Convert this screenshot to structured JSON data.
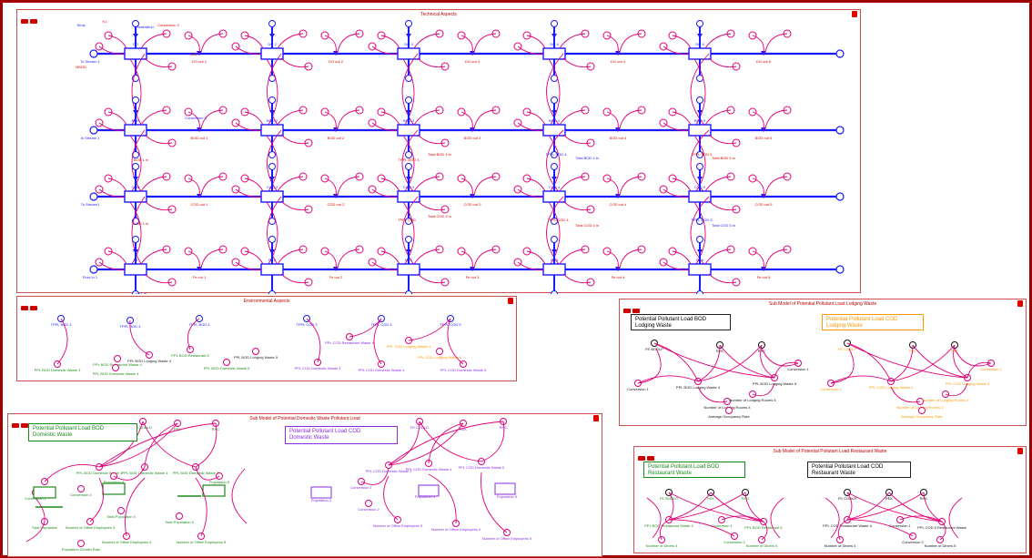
{
  "panels": {
    "technical": "Technical Aspects",
    "environmental": "Environmental Aspects",
    "domestic": "Sub Model of  Potential Domestic Waste Pollutant Load",
    "lodging": "Sub Model of Potential Pollutant Load Lodging Waste",
    "restaurant": "Sub Model  of  Potential Pollutant Load Restaurant Waste"
  },
  "boxes": {
    "dom_bod": "Potential Pollutant Load BOD\nDomestic Waste",
    "dom_cod": "Potential Pollutant Load COD\nDomestic Waste",
    "lod_bod": "Potential Pollutant Load BOD\nLodging Waste",
    "lod_cod": "Potential Pollutant Load COD\nLodging Waste",
    "res_bod": "Potential Pollutant Load BOD\nRestaurant Waste",
    "res_cod": "Potential Pollutant Load COD\nRestaurant Waste"
  },
  "colors": {
    "frame": "#a00000",
    "panel_border": "#d05050",
    "flow": "#1a1aff",
    "link": "#e0007a",
    "green": "#1a8a1a",
    "purple": "#8a2be2",
    "orange": "#ff9900",
    "label_red": "#e00000"
  },
  "technical": {
    "rows": [
      {
        "stocks": [
          "DO",
          "DO 2",
          "DO 3",
          "DO 4",
          "DO 5"
        ],
        "outs": [
          "DO out 1",
          "DO out 2",
          "DO out 3",
          "DO out 4",
          "DO out 5"
        ],
        "left": "To Stream 1"
      },
      {
        "stocks": [
          "BOD",
          "BOD 2",
          "BOD 3",
          "BOD 4",
          "BOD 5"
        ],
        "outs": [
          "BOD out 1",
          "BOD out 2",
          "BOD out 3",
          "BOD out 4",
          "BOD out 5"
        ],
        "left": "In Stream 1"
      },
      {
        "stocks": [
          "COD",
          "COD 2",
          "COD 3",
          "COD 4",
          "COD 5"
        ],
        "outs": [
          "COD out 1",
          "COD out 2",
          "COD out 3",
          "COD out 4",
          "COD out 5"
        ],
        "left": "To Stream1"
      },
      {
        "stocks": [
          "Fe",
          "Fe 2",
          "Fe 3",
          "Fe 4",
          "Fe 5"
        ],
        "outs": [
          "Fe out 1",
          "Fe out 2",
          "Fe out 3",
          "Fe out 4",
          "Fe out 5"
        ],
        "left": "Flow In 1"
      }
    ],
    "aux_labels": [
      "Temp",
      "K1",
      "Conversion 3",
      "Reaeration",
      "dV1",
      "NBOD",
      "Conversion 3",
      "BOD 1 in",
      "COD 1 in",
      "Fe 1 in",
      "Total BOD 3 in",
      "Total COD 3 in",
      "Total BOD 4 in",
      "Total COD 4 in",
      "Total BOD 5 in",
      "Total COD 5 in",
      "TPPL BOD 3",
      "TPPL COD",
      "TPPL BOD 4",
      "TPPL COD 4",
      "TPPL BOD 5",
      "TPPL COD 5"
    ]
  },
  "environmental": {
    "labels": [
      "TPPL BOD 3",
      "TPPL BOD 4",
      "TPPL BOD 5",
      "PPL BOD Domestic Waste 3",
      "PPL BOD Restaurant Waste 4",
      "PPL BOD Domestic Waste 4",
      "PPL BOD Restaurant 5",
      "PPL BOD Lodging Waste 4",
      "PPL BOD Domestic Waste 5",
      "PPL BOD Lodging Waste 5",
      "TPPL COD 3",
      "TPPL COD 4",
      "TPPL COD 5",
      "PPL COD Restaurant Waste 4",
      "PPL COD Lodging Waste 4",
      "PPL COD Domestic Waste 3",
      "PPL COD Domestic Waste 4",
      "PPL COD Domestic Waste 5",
      "PPL COD Lodging Waste 5"
    ]
  },
  "domestic": {
    "bod_labels": [
      "FE BODLD",
      "REK",
      "RRC",
      "PPL BOD Domestic Waste 3",
      "PPL BOD Domestic Waste 4",
      "PPL BOD Domestic Waste 5",
      "Population 3",
      "Population 4",
      "Population 5",
      "Conversion 1",
      "Conversion 2",
      "Total Population",
      "Total Population 4",
      "Total Population 5",
      "Number of Office Employees 3",
      "Number of Office Employees 4",
      "Number of Office Employees 5",
      "Population Growth Rate"
    ],
    "cod_labels": [
      "FE CODLD",
      "REK",
      "RRC",
      "PPL COD Domestic Waste 3",
      "PPL COD Domestic Waste 4",
      "PPL COD Domestic Waste 5",
      "Population 3",
      "Population 4",
      "Population 5",
      "Conversion 1",
      "Conversion 2",
      "Number of Office Employees 3",
      "Number of Office Employees 4",
      "Number of Office Employees 5"
    ]
  },
  "lodging": {
    "bod_labels": [
      "FE BODLP",
      "REK",
      "RRC",
      "PPL BOD Lodging Waste 4",
      "PPL BOD Lodging Waste 5",
      "Conversion 1",
      "Conversion 1",
      "Number of Lodging Rooms 4",
      "Number of Lodging Rooms 5",
      "Average Occupancy Rate"
    ],
    "cod_labels": [
      "FE CODLP",
      "REK",
      "RRC",
      "PPL COD Lodging Waste 4",
      "PPL COD Lodging Waste 5",
      "Conversion 1",
      "Conversion 1",
      "Number of Lodging Rooms 4",
      "Number of Lodging Rooms 5",
      "Average Occupancy Rate"
    ]
  },
  "restaurant": {
    "bod_labels": [
      "FE BODLR",
      "REK",
      "RRC",
      "PPL BOD Restaurant Waste 4",
      "PPL BOD Restaurant 5",
      "Conversion 1",
      "Conversion 2",
      "Number of Diners 4",
      "Number of Diners 5"
    ],
    "cod_labels": [
      "FE CODLR",
      "REK",
      "RRC",
      "PPL COD Restaurant Waste 4",
      "PPL COD 5 Restaurant Waste",
      "Conversion 1",
      "Conversion 2",
      "Number of Diners 4",
      "Number of Diners 5"
    ]
  }
}
